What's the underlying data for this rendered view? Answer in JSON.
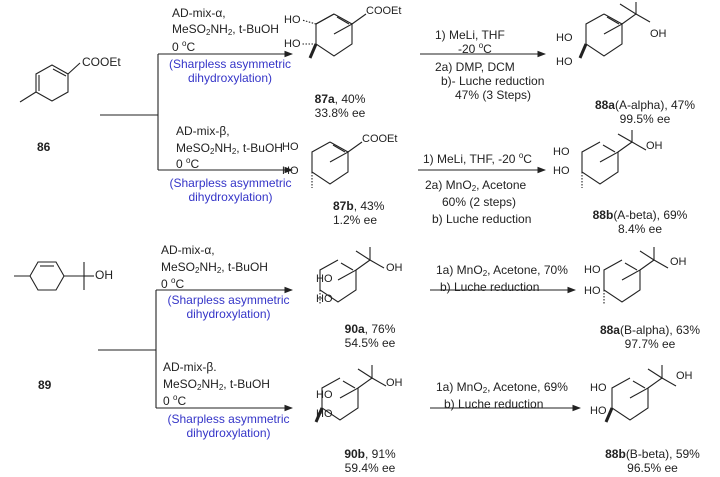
{
  "scheme": {
    "starting_materials": [
      {
        "id": "86",
        "substituent": "COOEt"
      },
      {
        "id": "89",
        "substituent": "OH"
      }
    ],
    "sharpless_note": [
      "(Sharpless asymmetric",
      "dihydroxylation)"
    ],
    "reagents": {
      "alpha": [
        "AD-mix-α,",
        "MeSO",
        "2",
        "NH",
        "2",
        ", t-BuOH",
        "0 ",
        "o",
        "C"
      ],
      "beta": [
        "AD-mix-β,",
        "MeSO",
        "2",
        "NH",
        "2",
        ", t-BuOH",
        "0 ",
        "o",
        "C"
      ],
      "beta_b": [
        "AD-mix-β.",
        "MeSO",
        "2",
        "NH",
        "2",
        ", t-BuOH",
        "0 ",
        "o",
        "C"
      ]
    },
    "steps": {
      "row1": {
        "l1": "1) MeLi, THF",
        "l2": "-20 ",
        "l2sup": "o",
        "l2end": "C",
        "l3": "2a) DMP, DCM",
        "l4": "b)- Luche reduction",
        "l5": "47% (3 Steps)"
      },
      "row2": {
        "l1": "1) MeLi, THF, -20 ",
        "l1sup": "o",
        "l1end": "C",
        "l2": "2a) MnO",
        "l2sub": "2",
        "l2end": ", Acetone",
        "l3": "60% (2 steps)",
        "l4": "b) Luche reduction"
      },
      "row3": {
        "l1": "1a) MnO",
        "l1sub": "2",
        "l1end": ", Acetone, 70%",
        "l2": "b) Luche reduction"
      },
      "row4": {
        "l1": "1a) MnO",
        "l1sub": "2",
        "l1end": ", Acetone, 69%",
        "l2": "b) Luche reduction"
      }
    },
    "products": {
      "p87a": {
        "id": "87a",
        "yield": ", 40%",
        "ee": "33.8% ee"
      },
      "p87b": {
        "id": "87b",
        "yield": ", 43%",
        "ee": "1.2% ee"
      },
      "p88aA": {
        "id": "88a",
        "yield": "(A-alpha), 47%",
        "ee": "99.5% ee"
      },
      "p88bA": {
        "id": "88b",
        "yield": "(A-beta), 69%",
        "ee": "8.4% ee"
      },
      "p90a": {
        "id": "90a",
        "yield": ", 76%",
        "ee": "54.5% ee"
      },
      "p90b": {
        "id": "90b",
        "yield": ", 91%",
        "ee": "59.4% ee"
      },
      "p88aB": {
        "id": "88a",
        "yield": "(B-alpha), 63%",
        "ee": "97.7% ee"
      },
      "p88bB": {
        "id": "88b",
        "yield": "(B-beta), 59%",
        "ee": "96.5% ee"
      }
    },
    "atoms": {
      "ho": "HO",
      "oh": "OH",
      "cooet": "COOEt"
    },
    "colors": {
      "note": "#3535c8",
      "ink": "#222222"
    }
  }
}
